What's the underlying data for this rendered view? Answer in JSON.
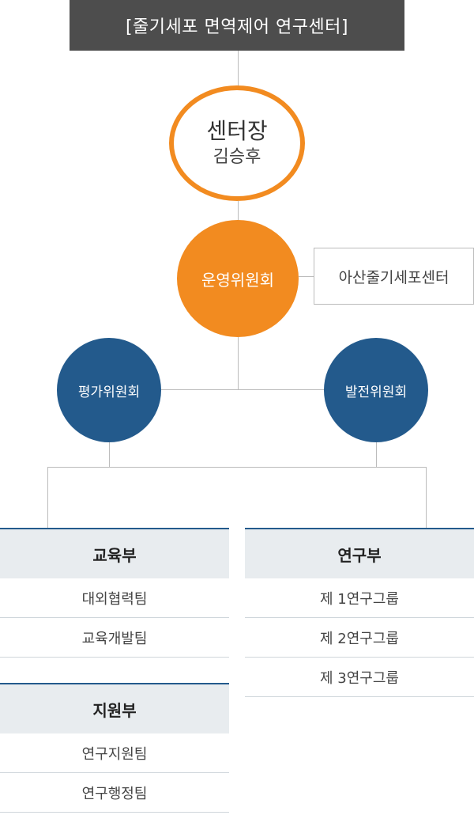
{
  "center_title": "[줄기세포 면역제어 연구센터]",
  "director": {
    "role": "센터장",
    "name": "김승후"
  },
  "steering_committee": "운영위원회",
  "affiliated_center": "아산줄기세포센터",
  "evaluation_committee": "평가위원회",
  "development_committee": "발전위원회",
  "departments": {
    "education": {
      "title": "교육부",
      "items": [
        "대외협력팀",
        "교육개발팀"
      ]
    },
    "research": {
      "title": "연구부",
      "items": [
        "제 1연구그룹",
        "제 2연구그룹",
        "제 3연구그룹"
      ]
    },
    "support": {
      "title": "지원부",
      "items": [
        "연구지원팀",
        "연구행정팀"
      ]
    }
  },
  "colors": {
    "title_bg": "#4d4d4d",
    "orange": "#f28b20",
    "blue": "#235a8c",
    "dept_bg": "#e8ecef"
  }
}
